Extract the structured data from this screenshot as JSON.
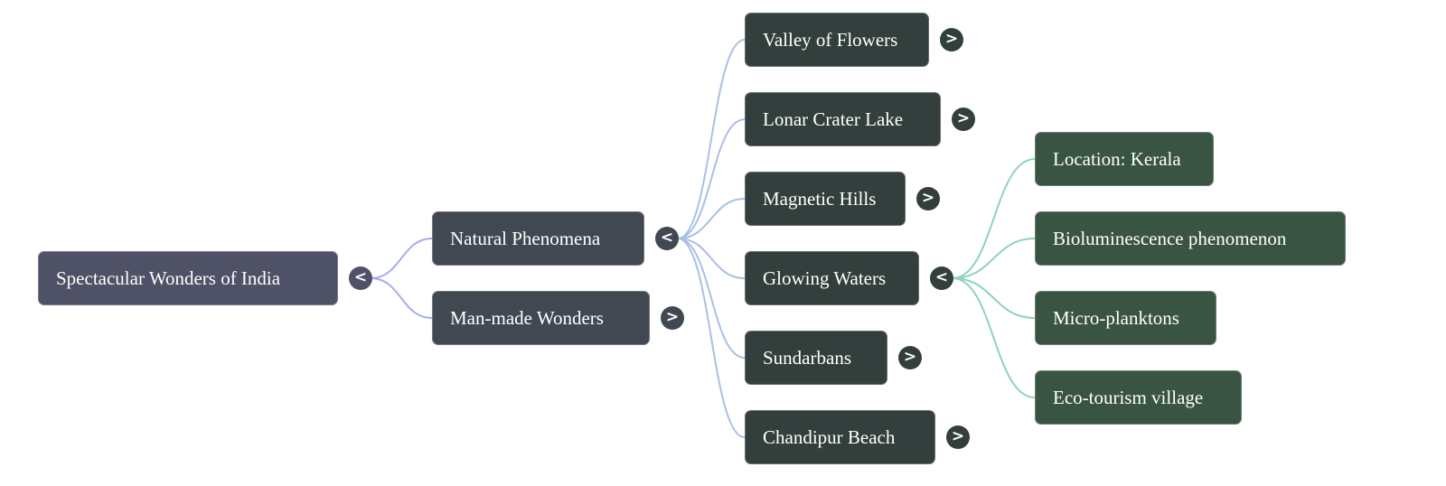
{
  "colors": {
    "root_fill": "#4f5167",
    "level1_fill": "#424851",
    "level2_fill": "#333f3c",
    "level3_fill": "#395443",
    "root_link": "#a4acef",
    "level1_link": "#a9c0e4",
    "level2_link": "#8fd3bf"
  },
  "icons": {
    "expanded": "chevron-left-icon",
    "collapsed": "chevron-right-icon"
  },
  "mindmap": {
    "root": {
      "label": "Spectacular Wonders of India",
      "toggle": "<"
    },
    "level1": [
      {
        "label": "Natural Phenomena",
        "toggle": "<"
      },
      {
        "label": "Man-made Wonders",
        "toggle": ">"
      }
    ],
    "level2": [
      {
        "label": "Valley of Flowers",
        "toggle": ">"
      },
      {
        "label": "Lonar Crater Lake",
        "toggle": ">"
      },
      {
        "label": "Magnetic Hills",
        "toggle": ">"
      },
      {
        "label": "Glowing Waters",
        "toggle": "<"
      },
      {
        "label": "Sundarbans",
        "toggle": ">"
      },
      {
        "label": "Chandipur Beach",
        "toggle": ">"
      }
    ],
    "level3": [
      {
        "label": "Location: Kerala"
      },
      {
        "label": "Bioluminescence phenomenon"
      },
      {
        "label": "Micro-planktons"
      },
      {
        "label": "Eco-tourism village"
      }
    ]
  }
}
